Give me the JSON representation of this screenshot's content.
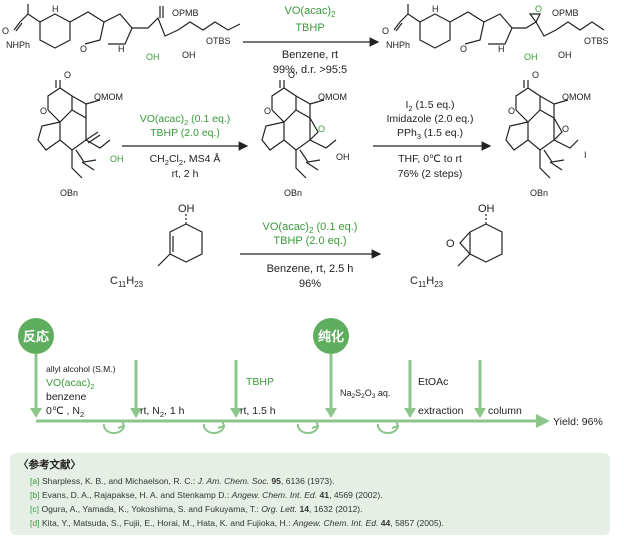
{
  "reactions": [
    {
      "reagent_top": "VO(acac)",
      "reagent_top_sub": "2",
      "reagent_2": "TBHP",
      "cond_1": "Benzene, rt",
      "cond_2": "99%, d.r. >95:5",
      "sm_labels": {
        "nh": "NHPh",
        "oh": "OH",
        "h": "H",
        "o": "O",
        "pmb": "OPMB",
        "oh2": "OH",
        "tbs": "OTBS"
      },
      "pr_labels": {
        "nh": "NHPh",
        "oh": "OH",
        "h": "H",
        "o": "O",
        "pmb": "OPMB",
        "oh2": "OH",
        "tbs": "OTBS"
      }
    },
    {
      "reagent_top": "VO(acac)",
      "reagent_top_sub": "2",
      "reagent_top_after": " (0.1 eq.)",
      "reagent_2": "TBHP (2.0 eq.)",
      "cond_1_a": "CH",
      "cond_1_sub1": "2",
      "cond_1_b": "Cl",
      "cond_1_sub2": "2",
      "cond_1_c": ", MS4 Å",
      "cond_2": "rt, 2 h",
      "sm_labels": {
        "o": "O",
        "mom": "OMOM",
        "oh": "OH",
        "obn": "OBn"
      },
      "mid_labels": {
        "o": "O",
        "mom": "OMOM",
        "oh": "OH",
        "obn": "OBn"
      }
    },
    {
      "reagent_top_a": "I",
      "reagent_top_sub": "2",
      "reagent_top_b": " (1.5 eq.)",
      "reagent_2": "Imidazole (2.0 eq.)",
      "reagent_3_a": "PPh",
      "reagent_3_sub": "3",
      "reagent_3_b": " (1.5 eq.)",
      "cond_1": "THF, 0℃ to rt",
      "cond_2": "76% (2 steps)",
      "pr_labels": {
        "o": "O",
        "mom": "OMOM",
        "i": "I",
        "obn": "OBn"
      }
    },
    {
      "reagent_top": "VO(acac)",
      "reagent_top_sub": "2",
      "reagent_top_after": " (0.1 eq.)",
      "reagent_2": "TBHP (2.0 eq.)",
      "cond_1": "Benzene, rt, 2.5 h",
      "cond_2": "96%",
      "sm_labels": {
        "oh": "OH",
        "c": "C",
        "c_sub": "11",
        "h": "H",
        "h_sub": "23"
      },
      "pr_labels": {
        "oh": "OH",
        "o": "O",
        "c": "C",
        "c_sub": "11",
        "h": "H",
        "h_sub": "23"
      }
    }
  ],
  "flow": {
    "badge_reaction": "反応",
    "badge_purify": "纯化",
    "add_1_lines": [
      "allyl alcohol (S.M.)",
      "VO(acac)2",
      "benzene",
      "0℃ , N2"
    ],
    "add_1_l1": "allyl alcohol (S.M.)",
    "add_1_l2": "VO(acac)",
    "add_1_l2_sub": "2",
    "add_1_l3": "benzene",
    "add_1_l4": "0℃ , N",
    "add_1_l4_sub": "2",
    "step_1_a": "rt, N",
    "step_1_sub": "2",
    "step_1_b": ", 1 h",
    "add_2": "TBHP",
    "step_2": "rt, 1.5 h",
    "add_3_a": "Na",
    "add_3_sub1": "2",
    "add_3_b": "S",
    "add_3_sub2": "2",
    "add_3_c": "O",
    "add_3_sub3": "3",
    "add_3_d": " aq.",
    "add_4": "EtOAc",
    "step_4": "extraction",
    "step_5": "column",
    "yield": "Yield: 96%"
  },
  "references": {
    "title": "〈参考文献〉",
    "items": [
      {
        "tag": "[a]",
        "authors": "Sharpless, K. B., and Michaelson, R. C.: ",
        "journal": "J. Am. Chem. Soc.",
        "vol": "95",
        "rest": ", 6136 (1973)."
      },
      {
        "tag": "[b]",
        "authors": "Evans, D. A., Rajapakse, H. A. and Stenkamp D.: ",
        "journal": "Angew. Chem. Int. Ed.",
        "vol": "41",
        "rest": ", 4569 (2002)."
      },
      {
        "tag": "[c]",
        "authors": "Ogura, A., Yamada, K., Yokoshima, S. and Fukuyama, T.: ",
        "journal": "Org. Lett.",
        "vol": "14",
        "rest": ", 1632 (2012)."
      },
      {
        "tag": "[d]",
        "authors": "Kita, Y., Matsuda, S., Fujii, E., Horai, M., Hata, K. and Fujioka, H.: ",
        "journal": "Angew. Chem. Int. Ed.",
        "vol": "44",
        "rest": ", 5857 (2005)."
      }
    ]
  },
  "colors": {
    "accent": "#3a9a3a",
    "flow_line": "#8cc68c",
    "badge": "#5fae5f",
    "ref_bg": "#e6efe6"
  }
}
